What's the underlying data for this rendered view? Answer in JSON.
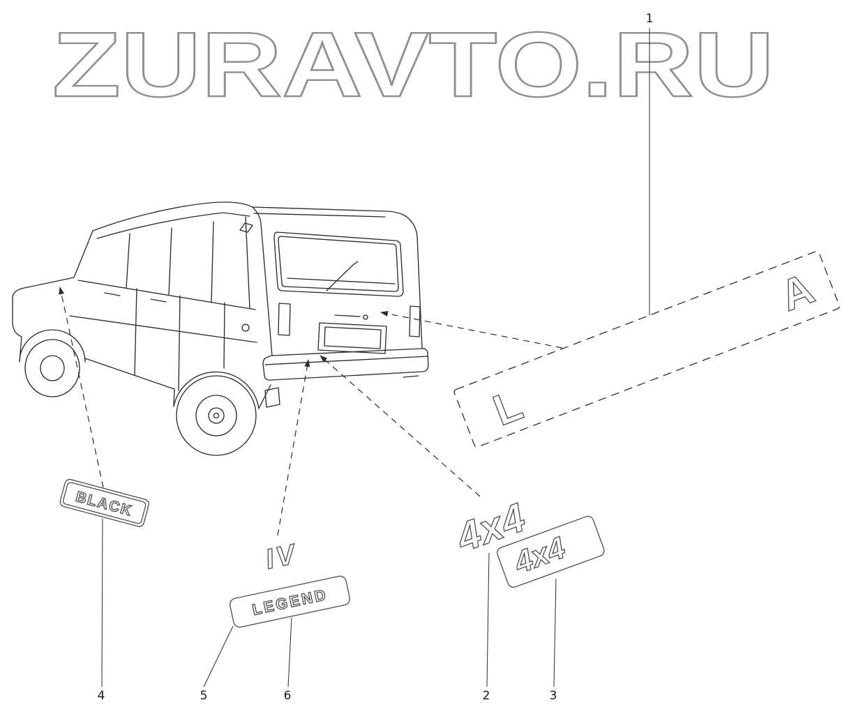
{
  "watermark": {
    "text": "ZURAVTO.RU"
  },
  "callouts": {
    "n1": "1",
    "n2": "2",
    "n3": "3",
    "n4": "4",
    "n5": "5",
    "n6": "6"
  },
  "emblems": {
    "strip": {
      "letter_left": "L",
      "letter_right": "A"
    },
    "black": {
      "text": "BLACK"
    },
    "legend": {
      "prefix": "IV",
      "text": "LEGEND"
    },
    "x4_plain": {
      "text": "4x4"
    },
    "x4_plaque": {
      "text": "4x4"
    }
  },
  "colors": {
    "line": "#2b2b2b",
    "watermark": "#8f8f8f",
    "emblem": "#4d4d4d"
  }
}
